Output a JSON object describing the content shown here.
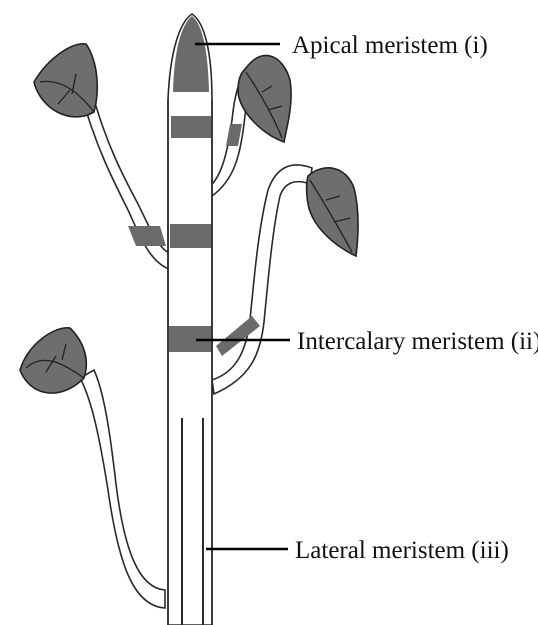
{
  "labels": {
    "apical": "Apical meristem (i)",
    "intercalary": "Intercalary meristem (ii)",
    "lateral": "Lateral meristem (iii)"
  },
  "colors": {
    "meristem": "#6b6b6b",
    "leaf": "#6e6e6e",
    "outline": "#2a2a2a",
    "background": "#ffffff"
  }
}
